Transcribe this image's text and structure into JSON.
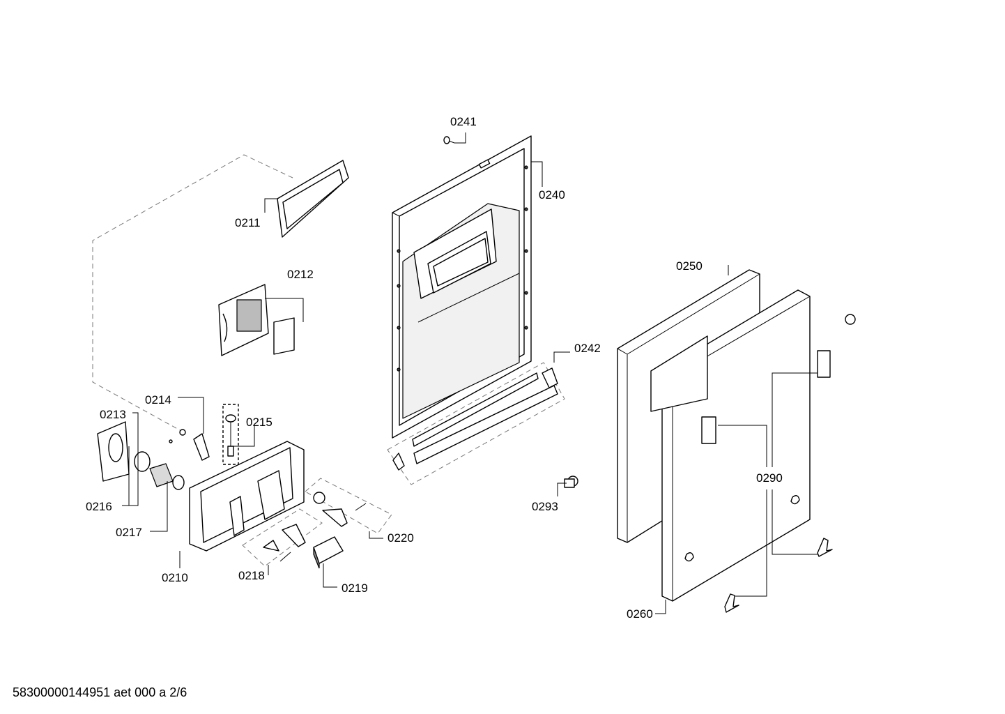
{
  "labels": {
    "p0241": "0241",
    "p0240": "0240",
    "p0211": "0211",
    "p0212": "0212",
    "p0250": "0250",
    "p0242": "0242",
    "p0214": "0214",
    "p0213": "0213",
    "p0215": "0215",
    "p0290": "0290",
    "p0293": "0293",
    "p0216": "0216",
    "p0217": "0217",
    "p0220": "0220",
    "p0210": "0210",
    "p0218": "0218",
    "p0219": "0219",
    "p0260": "0260"
  },
  "footer": "58300000144951 aet 000 a 2/6"
}
